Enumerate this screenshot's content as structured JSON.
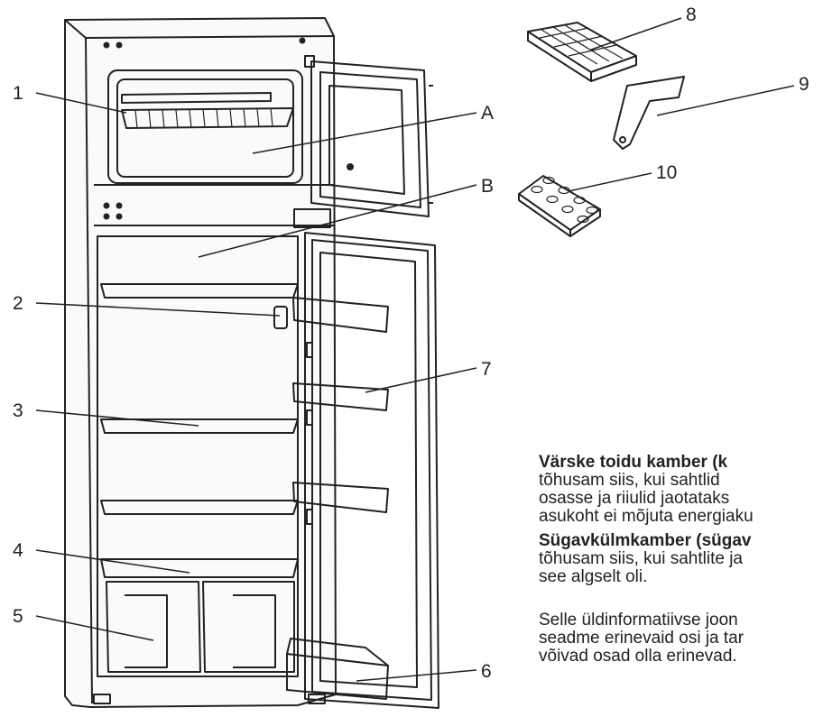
{
  "callouts": {
    "c1": "1",
    "c2": "2",
    "c3": "3",
    "c4": "4",
    "c5": "5",
    "c6": "6",
    "c7": "7",
    "c8": "8",
    "c9": "9",
    "c10": "10",
    "cA": "A",
    "cB": "B"
  },
  "text": {
    "fresh_heading": "Värske toidu kamber (k",
    "fresh_line1": "tõhusam siis, kui sahtlid",
    "fresh_line2": "osasse ja riiulid jaotataks",
    "fresh_line3": "asukoht ei mõjuta energiaku",
    "freezer_heading": "Sügavkülmkamber (sügav",
    "freezer_line1": "tõhusam siis, kui sahtlite ja",
    "freezer_line2": "see algselt oli.",
    "general_line1": "Selle üldinformatiivse joon",
    "general_line2": "seadme erinevaid osi ja tar",
    "general_line3": "võivad osad olla erinevad."
  }
}
